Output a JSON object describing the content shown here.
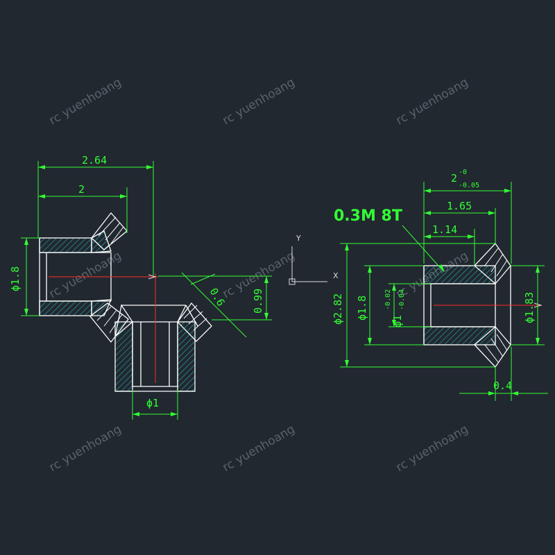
{
  "watermark": "rc yuenhoang",
  "axes": {
    "x_label": "X",
    "y_label": "Y"
  },
  "part_label": "0.3M 8T",
  "colors": {
    "background": "#212830",
    "dimension": "#33ff33",
    "outline": "#ffffff",
    "hatch": "#29b5b5",
    "centerline": "#ff2a2a"
  },
  "left_view": {
    "dim_overall_width": "2.64",
    "dim_width": "2",
    "dim_left_diameter": "ϕ1.8",
    "dim_tooth": "0.6",
    "dim_height": "0.99",
    "dim_bottom_diameter": "ϕ1"
  },
  "right_view": {
    "dim_total_base": "2",
    "dim_total_sup": "-0",
    "dim_total_sub": "-0.05",
    "dim_165": "1.65",
    "dim_114": "1.14",
    "dim_outer_diameter": "ϕ2.82",
    "dim_shaft_diameter": "ϕ1.8",
    "dim_bore_base": "ϕ1",
    "dim_bore_sup": "-0.02",
    "dim_bore_sub": "-0.04",
    "dim_tip_diameter": "ϕ1.83",
    "dim_04": "0.4"
  }
}
